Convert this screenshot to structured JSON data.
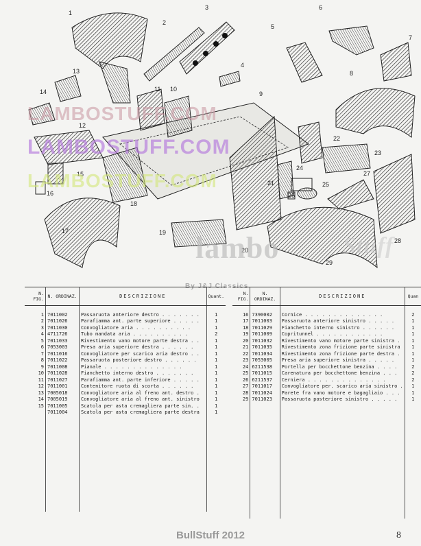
{
  "diagram": {
    "callouts": [
      "1",
      "2",
      "3",
      "4",
      "5",
      "6",
      "7",
      "8",
      "9",
      "10",
      "11",
      "12",
      "13",
      "14",
      "15",
      "16",
      "17",
      "18",
      "19",
      "20",
      "21",
      "22",
      "23",
      "24",
      "25",
      "26",
      "27",
      "28",
      "29"
    ]
  },
  "watermarks": {
    "w1": "LAMBOSTUFF.COM",
    "w2": "LAMBOSTUFF.COM",
    "w3": "LAMBOSTUFF.COM",
    "w4": "lambo",
    "w5": "Stuff",
    "w6": "By J&J Classics"
  },
  "table_headers": {
    "fig": "N. FIG.",
    "ord": "N. ORDINAZ.",
    "desc": "DESCRIZIONE",
    "qty_left": "Quant.",
    "qty_right": "Quan"
  },
  "left_rows": [
    {
      "fig": "1",
      "ord": "7011002",
      "desc": "Passaruota anteriore destro . . . . . . .",
      "qty": "1"
    },
    {
      "fig": "2",
      "ord": "7011026",
      "desc": "Parafiamma ant. parte superiore . . . . .",
      "qty": "1"
    },
    {
      "fig": "3",
      "ord": "7011030",
      "desc": "Convogliatore aria . . . . . . . . . .",
      "qty": "1"
    },
    {
      "fig": "4",
      "ord": "4711726",
      "desc": "Tubo mandata aria . . . . . . . . . .",
      "qty": "2"
    },
    {
      "fig": "5",
      "ord": "7011033",
      "desc": "Rivestimento vano motore parte destra . .",
      "qty": "1"
    },
    {
      "fig": "6",
      "ord": "7053003",
      "desc": "Presa aria superiore destra . . . . . .",
      "qty": "1"
    },
    {
      "fig": "7",
      "ord": "7011016",
      "desc": "Convogliatore per scarico aria destro . .",
      "qty": "1"
    },
    {
      "fig": "8",
      "ord": "7011022",
      "desc": "Passaruota posteriore destro . . . . . .",
      "qty": "1"
    },
    {
      "fig": "9",
      "ord": "7011008",
      "desc": "Pianale . . . . . . . . . . . . . .",
      "qty": "1"
    },
    {
      "fig": "10",
      "ord": "7011028",
      "desc": "Fianchetto interno destro . . . . . . .",
      "qty": "1"
    },
    {
      "fig": "11",
      "ord": "7011027",
      "desc": "Parafiamma ant. parte inferiore . . . . .",
      "qty": "1"
    },
    {
      "fig": "12",
      "ord": "7011001",
      "desc": "Contenitore ruota di scorta . . . . . .",
      "qty": "1"
    },
    {
      "fig": "13",
      "ord": "7005018",
      "desc": "Convogliatore aria al freno ant. destro .",
      "qty": "1"
    },
    {
      "fig": "14",
      "ord": "7005019",
      "desc": "Convogliatore aria al freno ant. sinistro",
      "qty": "1"
    },
    {
      "fig": "15",
      "ord": "7011005",
      "desc": "Scatola per asta cremagliera parte sin. .",
      "qty": "1"
    },
    {
      "fig": "",
      "ord": "7011004",
      "desc": "Scatola per asta cremagliera parte destra",
      "qty": "1"
    }
  ],
  "right_rows": [
    {
      "fig": "16",
      "ord": "7390002",
      "desc": "Cornice . . . . . . . . . . . . . .",
      "qty": "2"
    },
    {
      "fig": "17",
      "ord": "7011003",
      "desc": "Passaruota anteriore sinistro . . . . .",
      "qty": "1"
    },
    {
      "fig": "18",
      "ord": "7011029",
      "desc": "Fianchetto interno sinistro . . . . . .",
      "qty": "1"
    },
    {
      "fig": "19",
      "ord": "7011009",
      "desc": "Copritunnel . . . . . . . . . . . .",
      "qty": "1"
    },
    {
      "fig": "20",
      "ord": "7011032",
      "desc": "Rivestimento vano motore parte sinistra .",
      "qty": "1"
    },
    {
      "fig": "21",
      "ord": "7011035",
      "desc": "Rivestimento zona frizione parte sinistra",
      "qty": "1"
    },
    {
      "fig": "22",
      "ord": "7011034",
      "desc": "Rivestimento zona frizione parte destra .",
      "qty": "1"
    },
    {
      "fig": "23",
      "ord": "7053005",
      "desc": "Presa aria superiore sinistra . . . . .",
      "qty": "1"
    },
    {
      "fig": "24",
      "ord": "6211538",
      "desc": "Portella per bocchettone benzina . . . .",
      "qty": "2"
    },
    {
      "fig": "25",
      "ord": "7011015",
      "desc": "Carenatura per bocchettone benzina . . .",
      "qty": "2"
    },
    {
      "fig": "26",
      "ord": "6211537",
      "desc": "Cerniera . . . . . . . . . . . . . .",
      "qty": "2"
    },
    {
      "fig": "27",
      "ord": "7011017",
      "desc": "Convogliatore per. scarico aria sinistro .",
      "qty": "1"
    },
    {
      "fig": "28",
      "ord": "7011024",
      "desc": "Parete fra vano motore e bagagliaio . . .",
      "qty": "1"
    },
    {
      "fig": "29",
      "ord": "7011023",
      "desc": "Passaruota posteriore sinistro . . . . .",
      "qty": "1"
    }
  ],
  "footer": "BullStuff 2012",
  "page_number": "8"
}
